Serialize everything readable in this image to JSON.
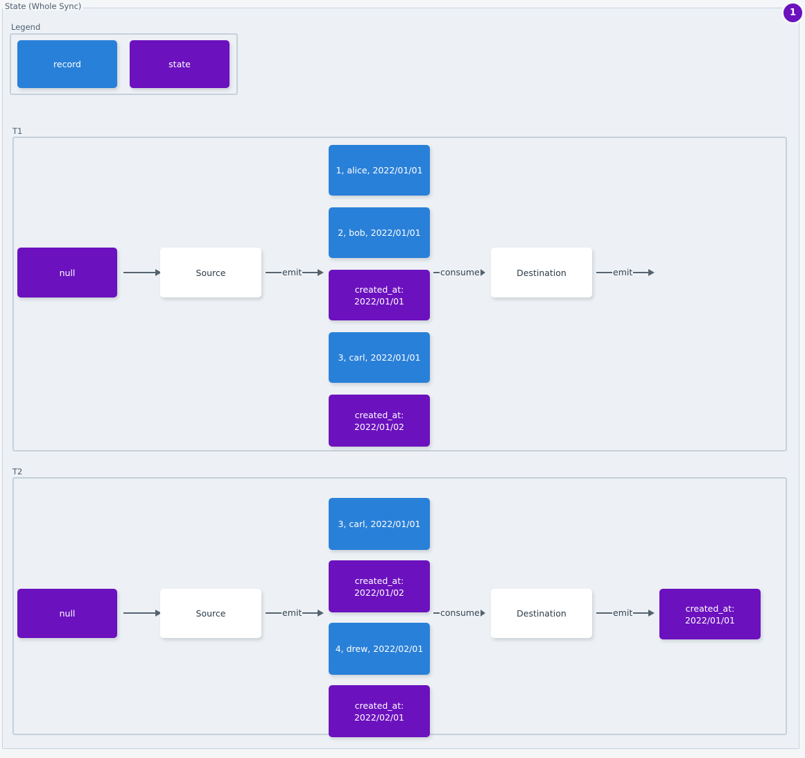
{
  "diagram": {
    "title": "State (Whole Sync)",
    "badge": "1"
  },
  "legend": {
    "title": "Legend",
    "items": [
      {
        "label": "record",
        "kind": "record",
        "color": "#2980d8"
      },
      {
        "label": "state",
        "kind": "state",
        "color": "#6b11be"
      }
    ]
  },
  "edges": {
    "emit": "emit",
    "consume": "consume"
  },
  "nodes": {
    "source": "Source",
    "destination": "Destination",
    "null_state": "null"
  },
  "t1": {
    "title": "T1",
    "initial_state": "null",
    "source": "Source",
    "destination": "Destination",
    "stream": [
      {
        "kind": "record",
        "label": "1, alice, 2022/01/01"
      },
      {
        "kind": "record",
        "label": "2, bob, 2022/01/01"
      },
      {
        "kind": "state",
        "label": "created_at:\n2022/01/01"
      },
      {
        "kind": "record",
        "label": "3, carl, 2022/01/01"
      },
      {
        "kind": "state",
        "label": "created_at:\n2022/01/02"
      }
    ],
    "output": null
  },
  "t2": {
    "title": "T2",
    "initial_state": "null",
    "source": "Source",
    "destination": "Destination",
    "stream": [
      {
        "kind": "record",
        "label": "3, carl, 2022/01/01"
      },
      {
        "kind": "state",
        "label": "created_at:\n2022/01/02"
      },
      {
        "kind": "record",
        "label": "4, drew, 2022/02/01"
      },
      {
        "kind": "state",
        "label": "created_at:\n2022/02/01"
      }
    ],
    "output": {
      "kind": "state",
      "label": "created_at:\n2022/01/01"
    }
  }
}
